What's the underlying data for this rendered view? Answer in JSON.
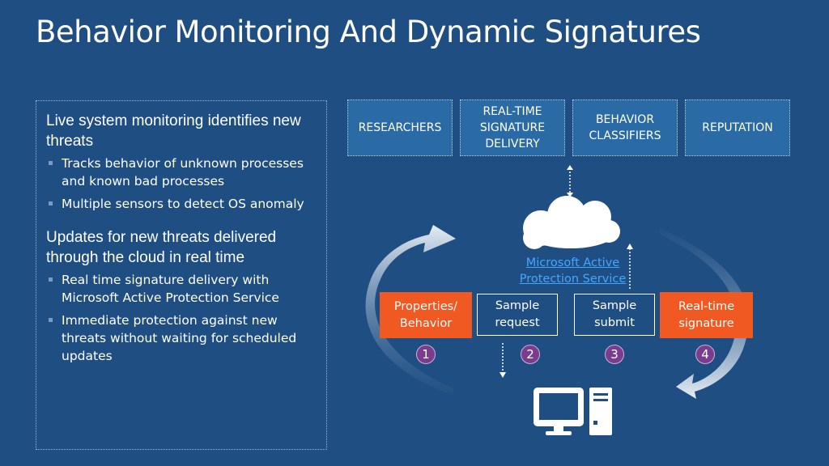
{
  "slide": {
    "title": "Behavior Monitoring And Dynamic Signatures"
  },
  "left_panel": {
    "sections": [
      {
        "heading": "Live system monitoring identifies new threats",
        "bullets": [
          "Tracks behavior of unknown processes and known bad processes",
          "Multiple sensors to detect OS anomaly"
        ]
      },
      {
        "heading": "Updates for new threats delivered through the cloud in real time",
        "bullets": [
          "Real time signature delivery with Microsoft Active Protection Service",
          "Immediate protection against new threats without waiting for scheduled updates"
        ]
      }
    ]
  },
  "diagram": {
    "top_boxes": [
      "RESEARCHERS",
      "REAL-TIME SIGNATURE DELIVERY",
      "BEHAVIOR CLASSIFIERS",
      "REPUTATION"
    ],
    "cloud_label": "Microsoft Active Protection Service",
    "steps": [
      {
        "label": "Properties/ Behavior",
        "number": "1"
      },
      {
        "label": "Sample request",
        "number": "2"
      },
      {
        "label": "Sample submit",
        "number": "3"
      },
      {
        "label": "Real-time signature",
        "number": "4"
      }
    ],
    "icons": [
      "cloud-icon",
      "computer-icon",
      "refresh-arc-arrow-icon"
    ],
    "colors": {
      "background": "#1f4e82",
      "box_blue": "#2a6aa5",
      "step_orange": "#f05a22",
      "number_purple": "#7a3d8e",
      "link_blue": "#41a7ff"
    }
  }
}
